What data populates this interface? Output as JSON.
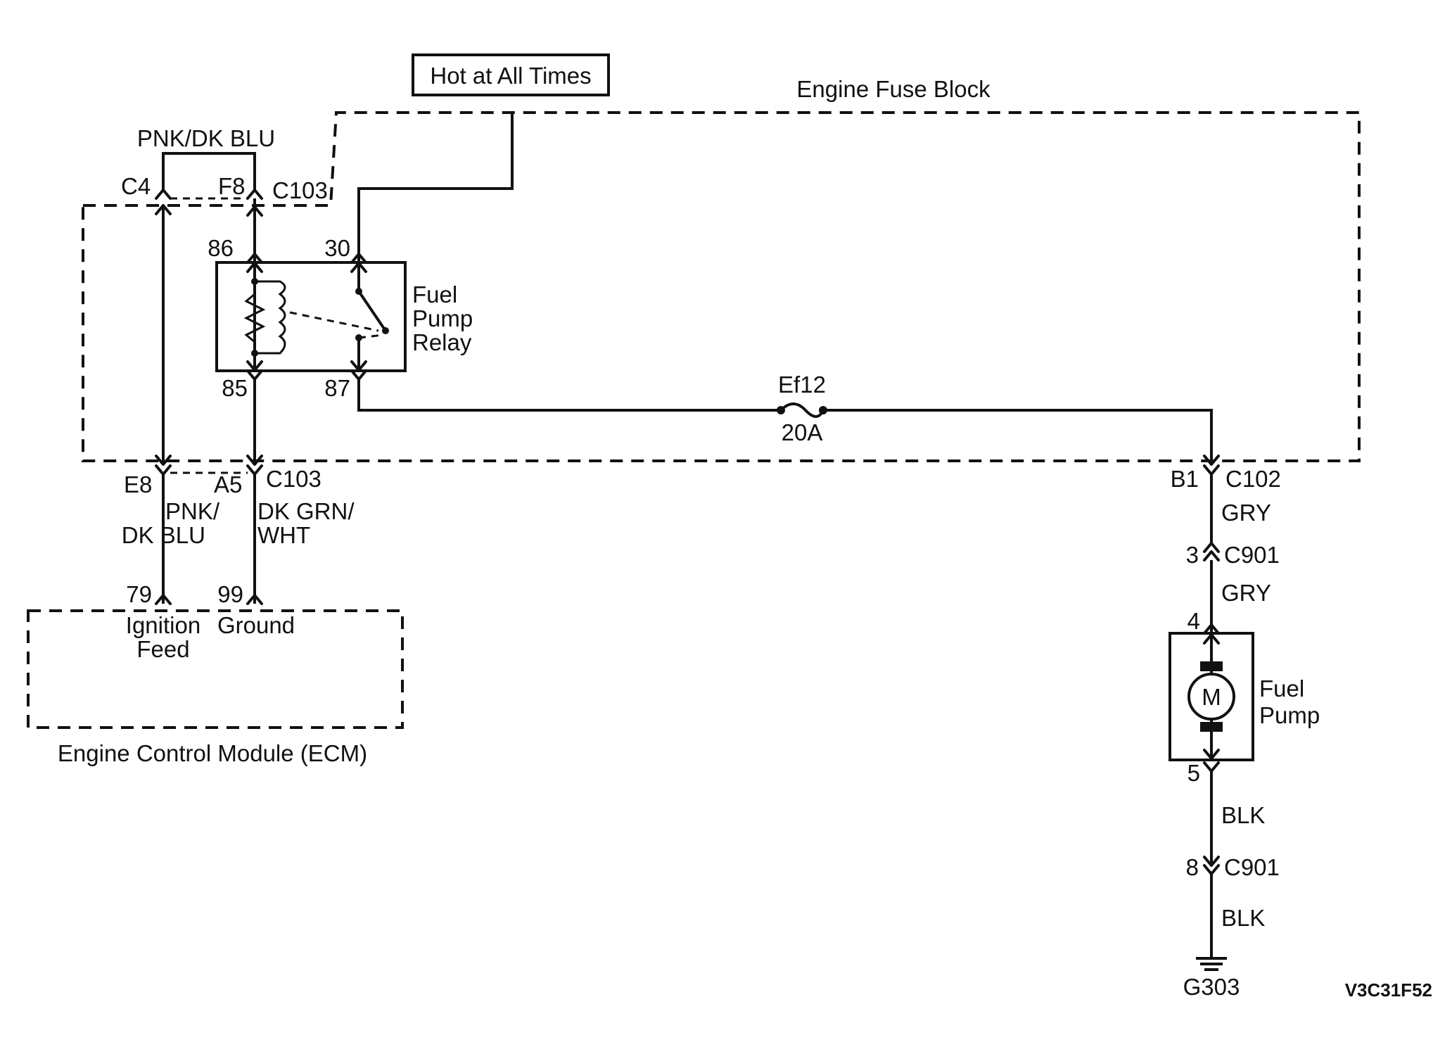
{
  "hot_label": "Hot at All Times",
  "fuse_block_label": "Engine Fuse Block",
  "top_wire_color": "PNK/DK BLU",
  "conn_c4": "C4",
  "conn_f8": "F8",
  "conn_c103_top": "C103",
  "pin_86": "86",
  "pin_30": "30",
  "pin_85": "85",
  "pin_87": "87",
  "relay_label": [
    "Fuel",
    "Pump",
    "Relay"
  ],
  "fuse_name": "Ef12",
  "fuse_rating": "20A",
  "conn_e8": "E8",
  "conn_a5": "A5",
  "conn_c103_bottom": "C103",
  "wire_pnk_dkblu": [
    "PNK/",
    "DK BLU"
  ],
  "wire_dkgrn_wht": [
    "DK GRN/",
    "WHT"
  ],
  "pin_79": "79",
  "pin_99": "99",
  "ecm_pin_ignition": [
    "Ignition",
    "Feed"
  ],
  "ecm_pin_ground": "Ground",
  "ecm_label": "Engine Control Module (ECM)",
  "conn_b1": "B1",
  "conn_c102": "C102",
  "wire_gry_1": "GRY",
  "pin_3": "3",
  "conn_c901_a": "C901",
  "wire_gry_2": "GRY",
  "pin_4": "4",
  "motor_symbol": "M",
  "pump_label": [
    "Fuel",
    "Pump"
  ],
  "pin_5": "5",
  "wire_blk_1": "BLK",
  "pin_8": "8",
  "conn_c901_b": "C901",
  "wire_blk_2": "BLK",
  "ground_label": "G303",
  "figure_code": "V3C31F52"
}
